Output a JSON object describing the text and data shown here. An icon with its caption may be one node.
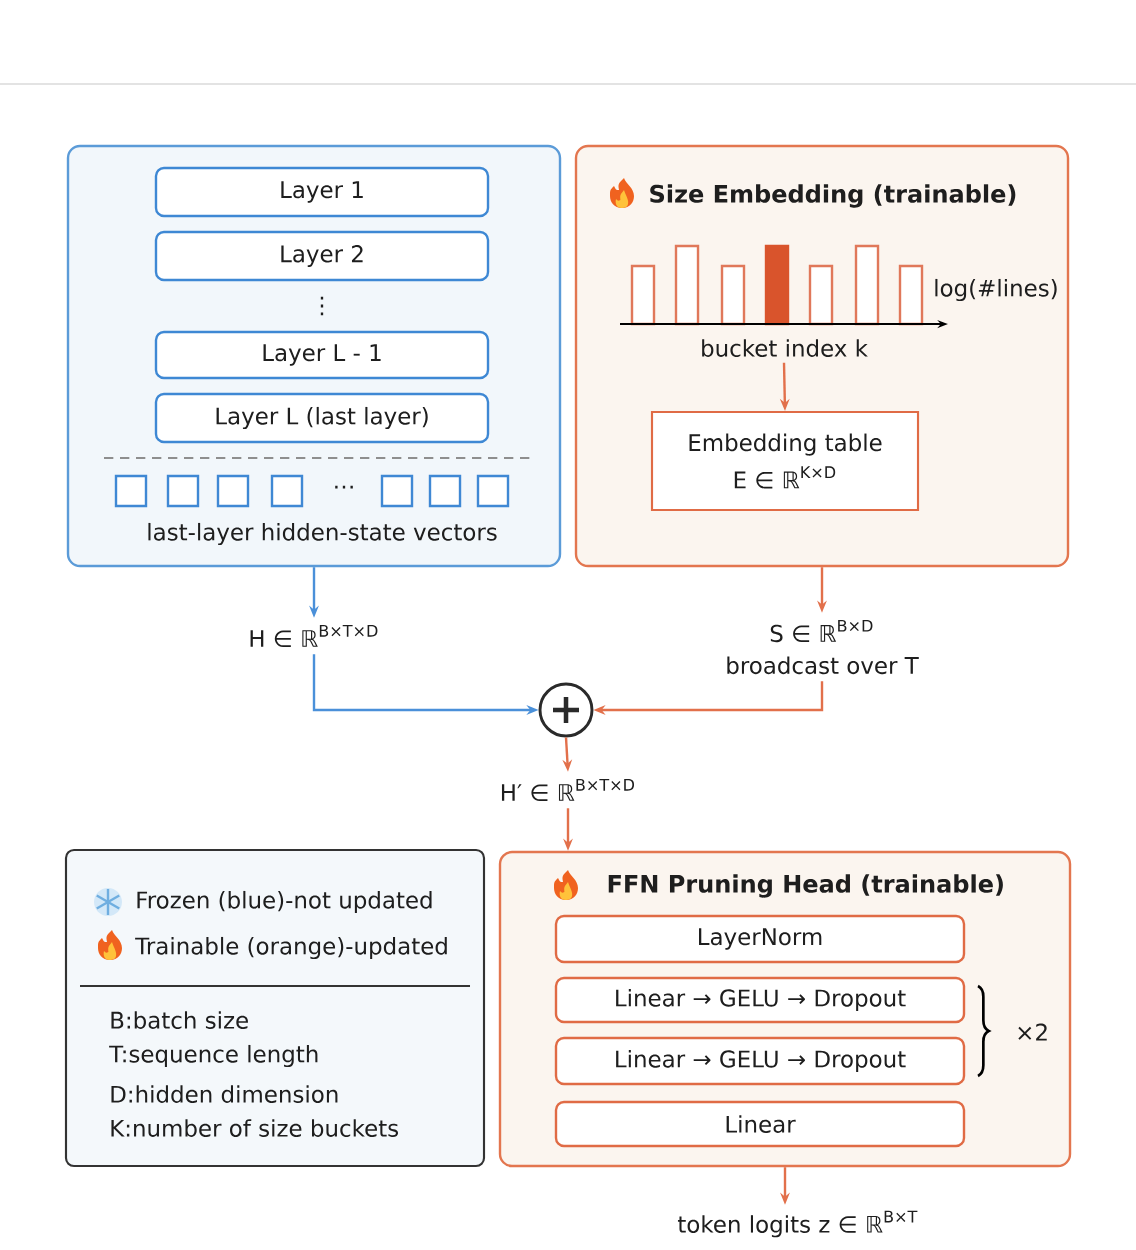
{
  "diagram": {
    "nodes": [
      {
        "text": [],
        "shape": "box"
      },
      {
        "text": [
          "Layer 1"
        ],
        "in": 0
      },
      {
        "text": [
          "Layer 2"
        ],
        "in": 0
      },
      {
        "text": [
          "Layer L - 1"
        ],
        "in": 0
      },
      {
        "text": [
          "Layer L (last layer)"
        ],
        "in": 0
      },
      {
        "text": [
          "Size Embedding (trainable)"
        ]
      },
      {
        "text": [
          "bucket index k"
        ],
        "in": 5
      },
      {
        "text": [
          "Embedding table",
          "E ∈ ℝ$^{K×D}$"
        ],
        "in": 5
      },
      {
        "text": [
          "H ∈ ℝ$^{B×T×D}$"
        ]
      },
      {
        "text": [
          "S ∈ ℝ$^{B×D}$",
          "broadcast over T"
        ]
      },
      {
        "text": [],
        "shape": "circle"
      },
      {
        "text": [
          "H′ ∈ ℝ$^{B×T×D}$"
        ]
      },
      {
        "text": [
          "FFN Pruning Head (trainable)"
        ]
      },
      {
        "text": [
          "LayerNorm"
        ],
        "in": 12
      },
      {
        "text": [
          "Linear → GELU → Dropout"
        ],
        "in": 12
      },
      {
        "text": [
          "Linear → GELU → Dropout"
        ],
        "in": 12
      },
      {
        "text": [
          "Linear"
        ],
        "in": 12
      },
      {
        "text": [
          "token logits z ∈ ℝ$^{B×T}$"
        ]
      }
    ],
    "edges": [
      {
        "from": 0,
        "to": 8,
        "arrow": "to",
        "color": "#4a90d9"
      },
      {
        "from": 8,
        "to": 10,
        "arrow": "to",
        "color": "#4a90d9"
      },
      {
        "from": 6,
        "to": 7,
        "arrow": "to"
      },
      {
        "from": 5,
        "to": 9,
        "arrow": "to"
      },
      {
        "from": 9,
        "to": 10,
        "arrow": "to"
      },
      {
        "from": 10,
        "to": 11,
        "arrow": "to"
      },
      {
        "from": 11,
        "to": 12,
        "arrow": "to"
      },
      {
        "from": 12,
        "to": 17,
        "arrow": "to"
      }
    ],
    "labels": [
      "⋮",
      "⋯",
      "last-layer hidden-state vectors",
      "log(#lines)",
      "×2",
      "B:batch size",
      "T:sequence length",
      "D:hidden dimension",
      "K:number of size buckets"
    ],
    "legend": [
      {
        "text": "Frozen (blue)-not updated"
      },
      {
        "text": "Trainable (orange)-updated"
      }
    ]
  }
}
